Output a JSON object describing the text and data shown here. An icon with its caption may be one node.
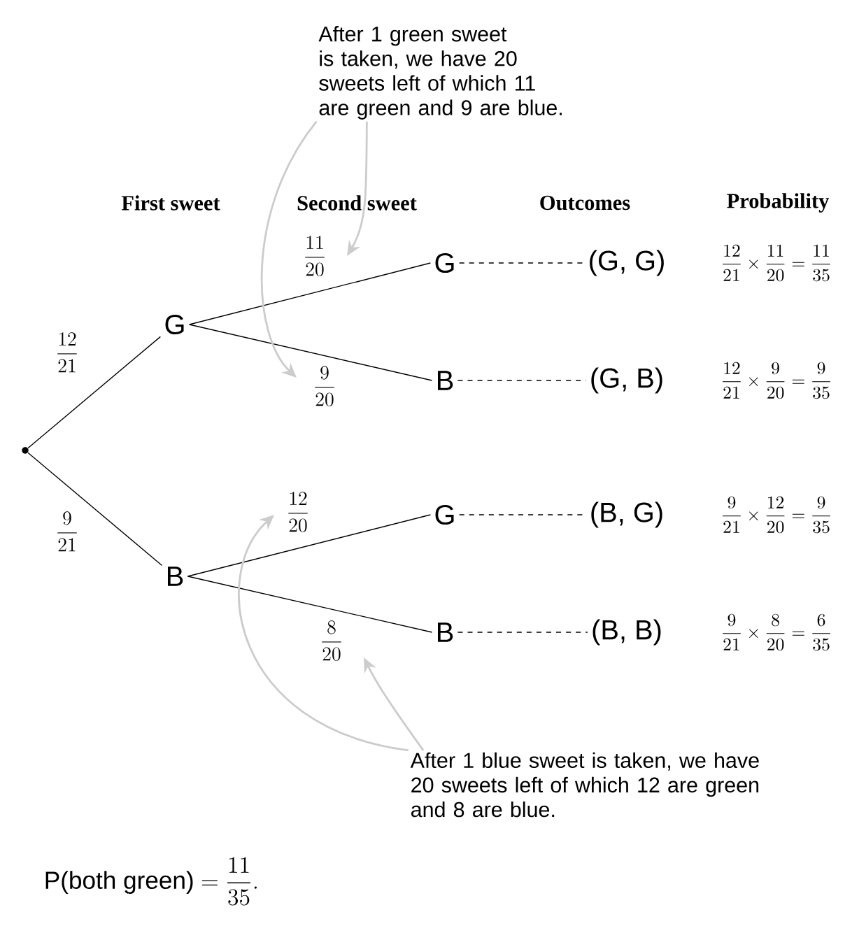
{
  "diagram": {
    "nodes": [
      {
        "text": [],
        "shape": "circle"
      },
      {
        "text": [
          "G"
        ]
      },
      {
        "text": [
          "B"
        ]
      },
      {
        "text": [
          "G"
        ]
      },
      {
        "text": [
          "B"
        ]
      },
      {
        "text": [
          "G"
        ]
      },
      {
        "text": [
          "B"
        ]
      },
      {
        "text": [
          "(G, G)"
        ]
      },
      {
        "text": [
          "(G, B)"
        ]
      },
      {
        "text": [
          "(B, G)"
        ]
      },
      {
        "text": [
          "(B, B)"
        ]
      },
      {
        "text": [
          "After 1 green sweet is taken, we have 20 sweets left of which 11 are green and 9 are blue."
        ]
      },
      {
        "text": [
          "After 1 blue sweet is taken, we have 20 sweets left of which 12 are green and 8 are blue."
        ]
      }
    ],
    "edges": [
      {
        "from": 0,
        "to": 1,
        "arrow": "none",
        "label": "\\frac{12}{21}"
      },
      {
        "from": 0,
        "to": 2,
        "arrow": "none",
        "label": "\\frac{9}{21}"
      },
      {
        "from": 1,
        "to": 3,
        "arrow": "none",
        "label": "\\frac{11}{20}"
      },
      {
        "from": 1,
        "to": 4,
        "arrow": "none",
        "label": "\\frac{9}{20}"
      },
      {
        "from": 2,
        "to": 5,
        "arrow": "none",
        "label": "\\frac{12}{20}"
      },
      {
        "from": 2,
        "to": 6,
        "arrow": "none",
        "label": "\\frac{8}{20}"
      },
      {
        "from": 3,
        "to": 7,
        "arrow": "none",
        "style": "dashed"
      },
      {
        "from": 4,
        "to": 8,
        "arrow": "none",
        "style": "dashed"
      },
      {
        "from": 5,
        "to": 9,
        "arrow": "none",
        "style": "dashed"
      },
      {
        "from": 6,
        "to": 10,
        "arrow": "none",
        "style": "dashed"
      },
      {
        "from": 11,
        "to": null,
        "arrow": "to",
        "color": "#cccccc"
      },
      {
        "from": 11,
        "to": null,
        "arrow": "to",
        "color": "#cccccc"
      },
      {
        "from": 12,
        "to": null,
        "arrow": "to",
        "color": "#cccccc"
      },
      {
        "from": 12,
        "to": null,
        "arrow": "to",
        "color": "#cccccc"
      }
    ],
    "labels": [
      "First sweet",
      "Second sweet",
      "Outcomes",
      "Probability",
      "\\frac{12}{21}\\times\\frac{11}{20}=\\frac{11}{35}",
      "\\frac{12}{21}\\times\\frac{9}{20}=\\frac{9}{35}",
      "\\frac{9}{21}\\times\\frac{12}{20}=\\frac{9}{35}",
      "\\frac{9}{21}\\times\\frac{8}{20}=\\frac{6}{35}",
      "\\text{P(both green)} = \\frac{11}{35}."
    ]
  }
}
